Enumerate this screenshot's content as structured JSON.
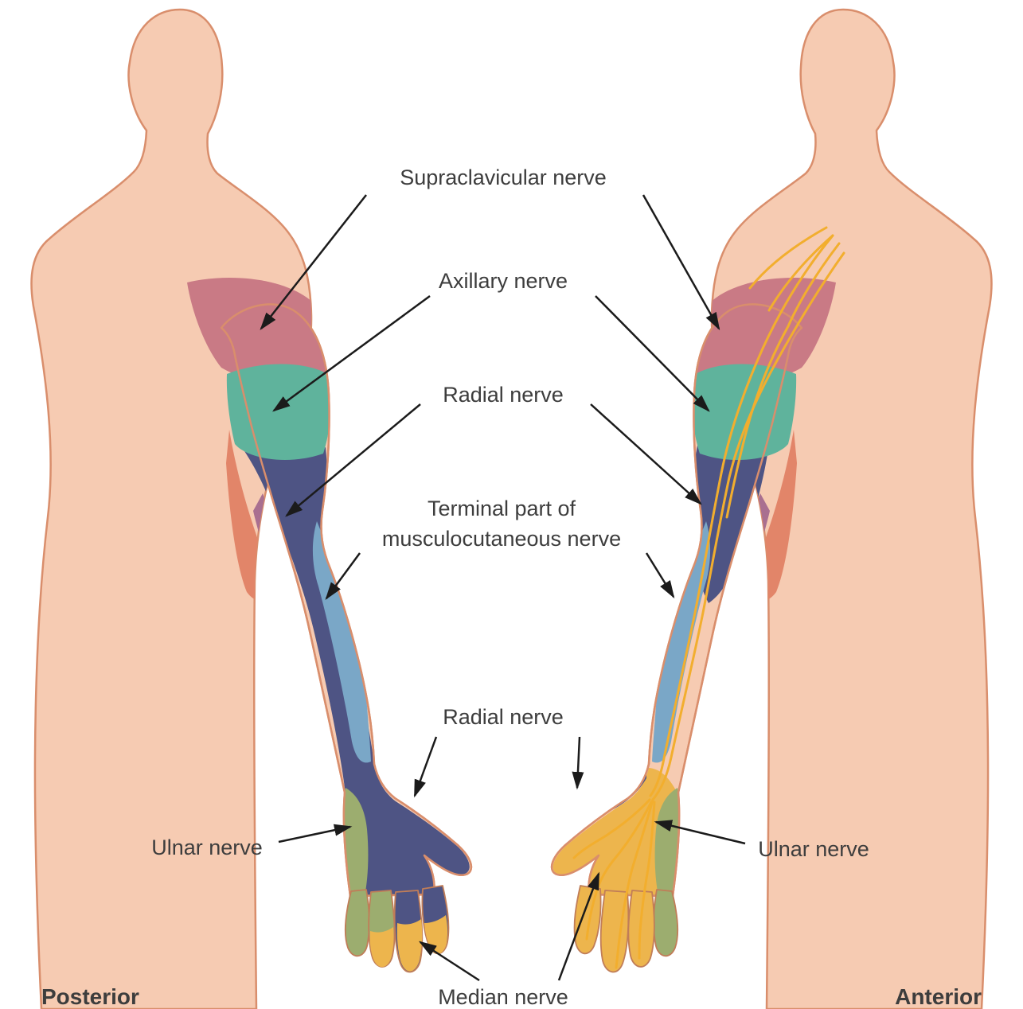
{
  "figure": {
    "left_caption": "Posterior",
    "right_caption": "Anterior"
  },
  "labels": {
    "supraclavicular": "Supraclavicular nerve",
    "axillary": "Axillary nerve",
    "radial_upper": "Radial nerve",
    "musculocutaneous_line1": "Terminal part of",
    "musculocutaneous_line2": "musculocutaneous nerve",
    "radial_hand": "Radial nerve",
    "ulnar_left": "Ulnar nerve",
    "ulnar_right": "Ulnar nerve",
    "median": "Median nerve"
  },
  "colors": {
    "background": "#ffffff",
    "skin": "#f6cbb2",
    "skin_outline": "#d98e6c",
    "supraclavicular_region": "#c97a85",
    "axillary_region": "#5fb39c",
    "radial_region": "#4e5484",
    "musculocutaneous_region": "#7aa7c7",
    "medial_forearm_region": "#a96f90",
    "medial_arm_region": "#e28569",
    "ulnar_region": "#9cad6f",
    "median_region": "#edb54d",
    "nerve_line": "#f2ae2e",
    "arrow": "#1b1b1b",
    "label_text": "#3d3d3d"
  }
}
